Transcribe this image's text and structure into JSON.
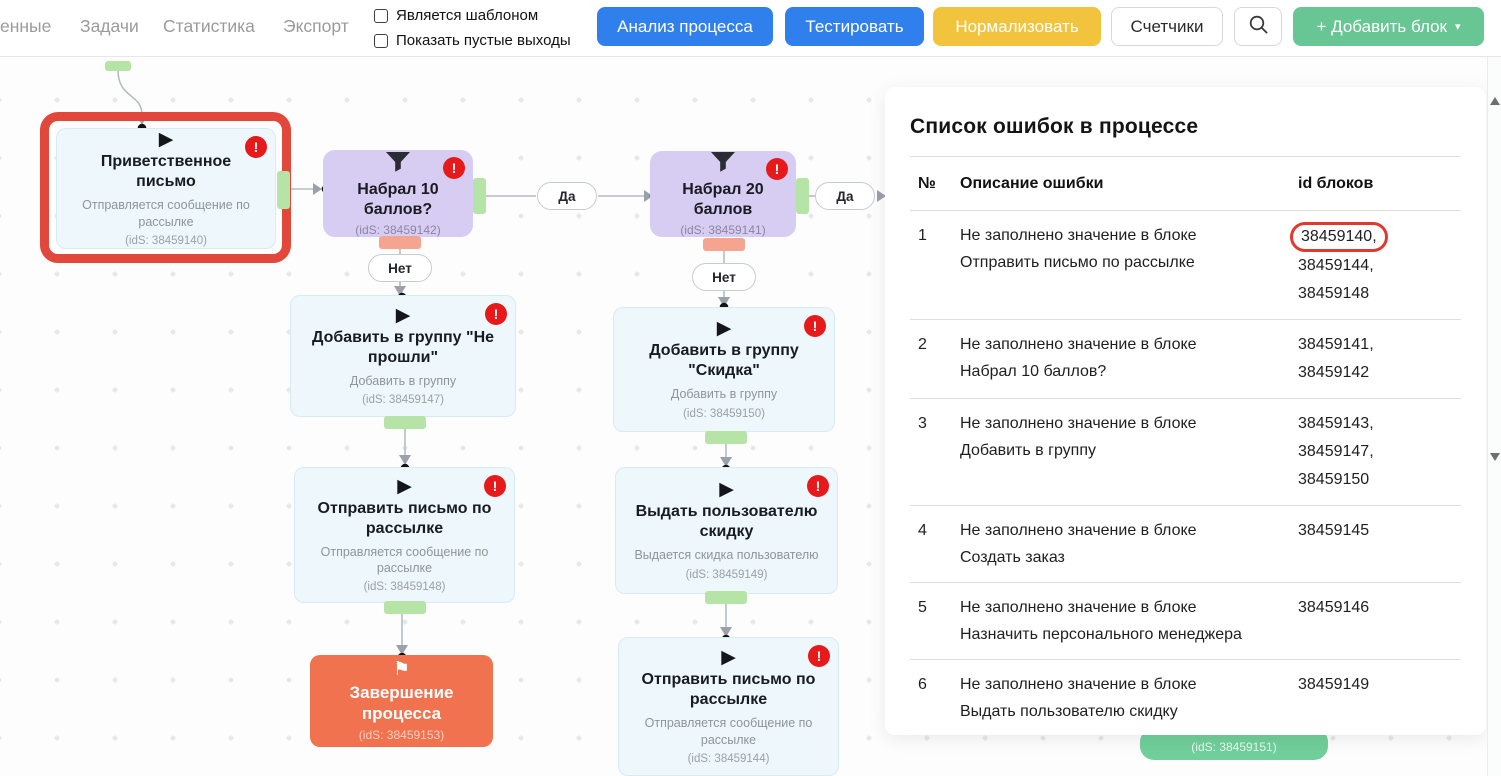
{
  "toolbar": {
    "nav_items": [
      "енные",
      "Задачи",
      "Статистика",
      "Экспорт"
    ],
    "checkbox_template_label": "Является шаблоном",
    "checkbox_empty_outputs_label": "Показать пустые выходы",
    "analyze_button": "Анализ процесса",
    "test_button": "Тестировать",
    "normalize_button": "Нормализовать",
    "counters_button": "Счетчики",
    "search_icon": "magnifier",
    "add_block_button": "+ Добавить блок",
    "add_block_caret": "▾"
  },
  "canvas": {
    "error_badge": "!",
    "icons": {
      "play": "▶",
      "flag": "⚑",
      "filter": "funnel"
    },
    "pills": [
      "Да",
      "Да",
      "Нет",
      "Нет"
    ],
    "blocks": [
      {
        "title": "Приветственное письмо",
        "subtitle": "Отправляется сообщение по рассылке",
        "ids": "(idS: 38459140)"
      },
      {
        "title": "Набрал 10 баллов?",
        "ids": "(idS: 38459142)"
      },
      {
        "title": "Набрал 20 баллов",
        "ids": "(idS: 38459141)"
      },
      {
        "title": "Добавить в группу \"Не прошли\"",
        "subtitle": "Добавить в группу",
        "ids": "(idS: 38459147)"
      },
      {
        "title": "Добавить в группу \"Скидка\"",
        "subtitle": "Добавить в группу",
        "ids": "(idS: 38459150)"
      },
      {
        "title": "Отправить письмо по рассылке",
        "subtitle": "Отправляется сообщение по рассылке",
        "ids": "(idS: 38459148)"
      },
      {
        "title": "Выдать пользователю скидку",
        "subtitle": "Выдается скидка пользователю",
        "ids": "(idS: 38459149)"
      },
      {
        "title": "Завершение процесса",
        "ids": "(idS: 38459153)"
      },
      {
        "title": "Отправить письмо по рассылке",
        "subtitle": "Отправляется сообщение по рассылке",
        "ids": "(idS: 38459144)"
      },
      {
        "title": "",
        "ids": "(idS: 38459151)"
      }
    ]
  },
  "error_panel": {
    "title": "Список ошибок в процессе",
    "columns": {
      "num": "№",
      "description": "Описание ошибки",
      "ids": "id блоков"
    },
    "rows": [
      {
        "num": "1",
        "line1": "Не заполнено значение в блоке",
        "line2": "Отправить письмо по рассылке",
        "ids": [
          "38459140,",
          "38459144,",
          "38459148"
        ]
      },
      {
        "num": "2",
        "line1": "Не заполнено значение в блоке",
        "line2": "Набрал 10 баллов?",
        "ids": [
          "38459141,",
          "38459142"
        ]
      },
      {
        "num": "3",
        "line1": "Не заполнено значение в блоке",
        "line2": "Добавить в группу",
        "ids": [
          "38459143,",
          "38459147,",
          "38459150"
        ]
      },
      {
        "num": "4",
        "line1": "Не заполнено значение в блоке",
        "line2": "Создать заказ",
        "ids": [
          "38459145"
        ]
      },
      {
        "num": "5",
        "line1": "Не заполнено значение в блоке",
        "line2": "Назначить персонального менеджера",
        "ids": [
          "38459146"
        ]
      },
      {
        "num": "6",
        "line1": "Не заполнено значение в блоке",
        "line2": "Выдать пользователю скидку",
        "ids": [
          "38459149"
        ]
      }
    ]
  },
  "colors": {
    "primary_blue": "#2f80ed",
    "warning_yellow": "#f2c43e",
    "success_green": "#68c694",
    "error_red": "#e61a1a",
    "highlight_red": "#e2473c",
    "block_purple": "#d7ccf1",
    "block_blue_bg": "#eef7fb",
    "block_orange": "#f0724f"
  }
}
